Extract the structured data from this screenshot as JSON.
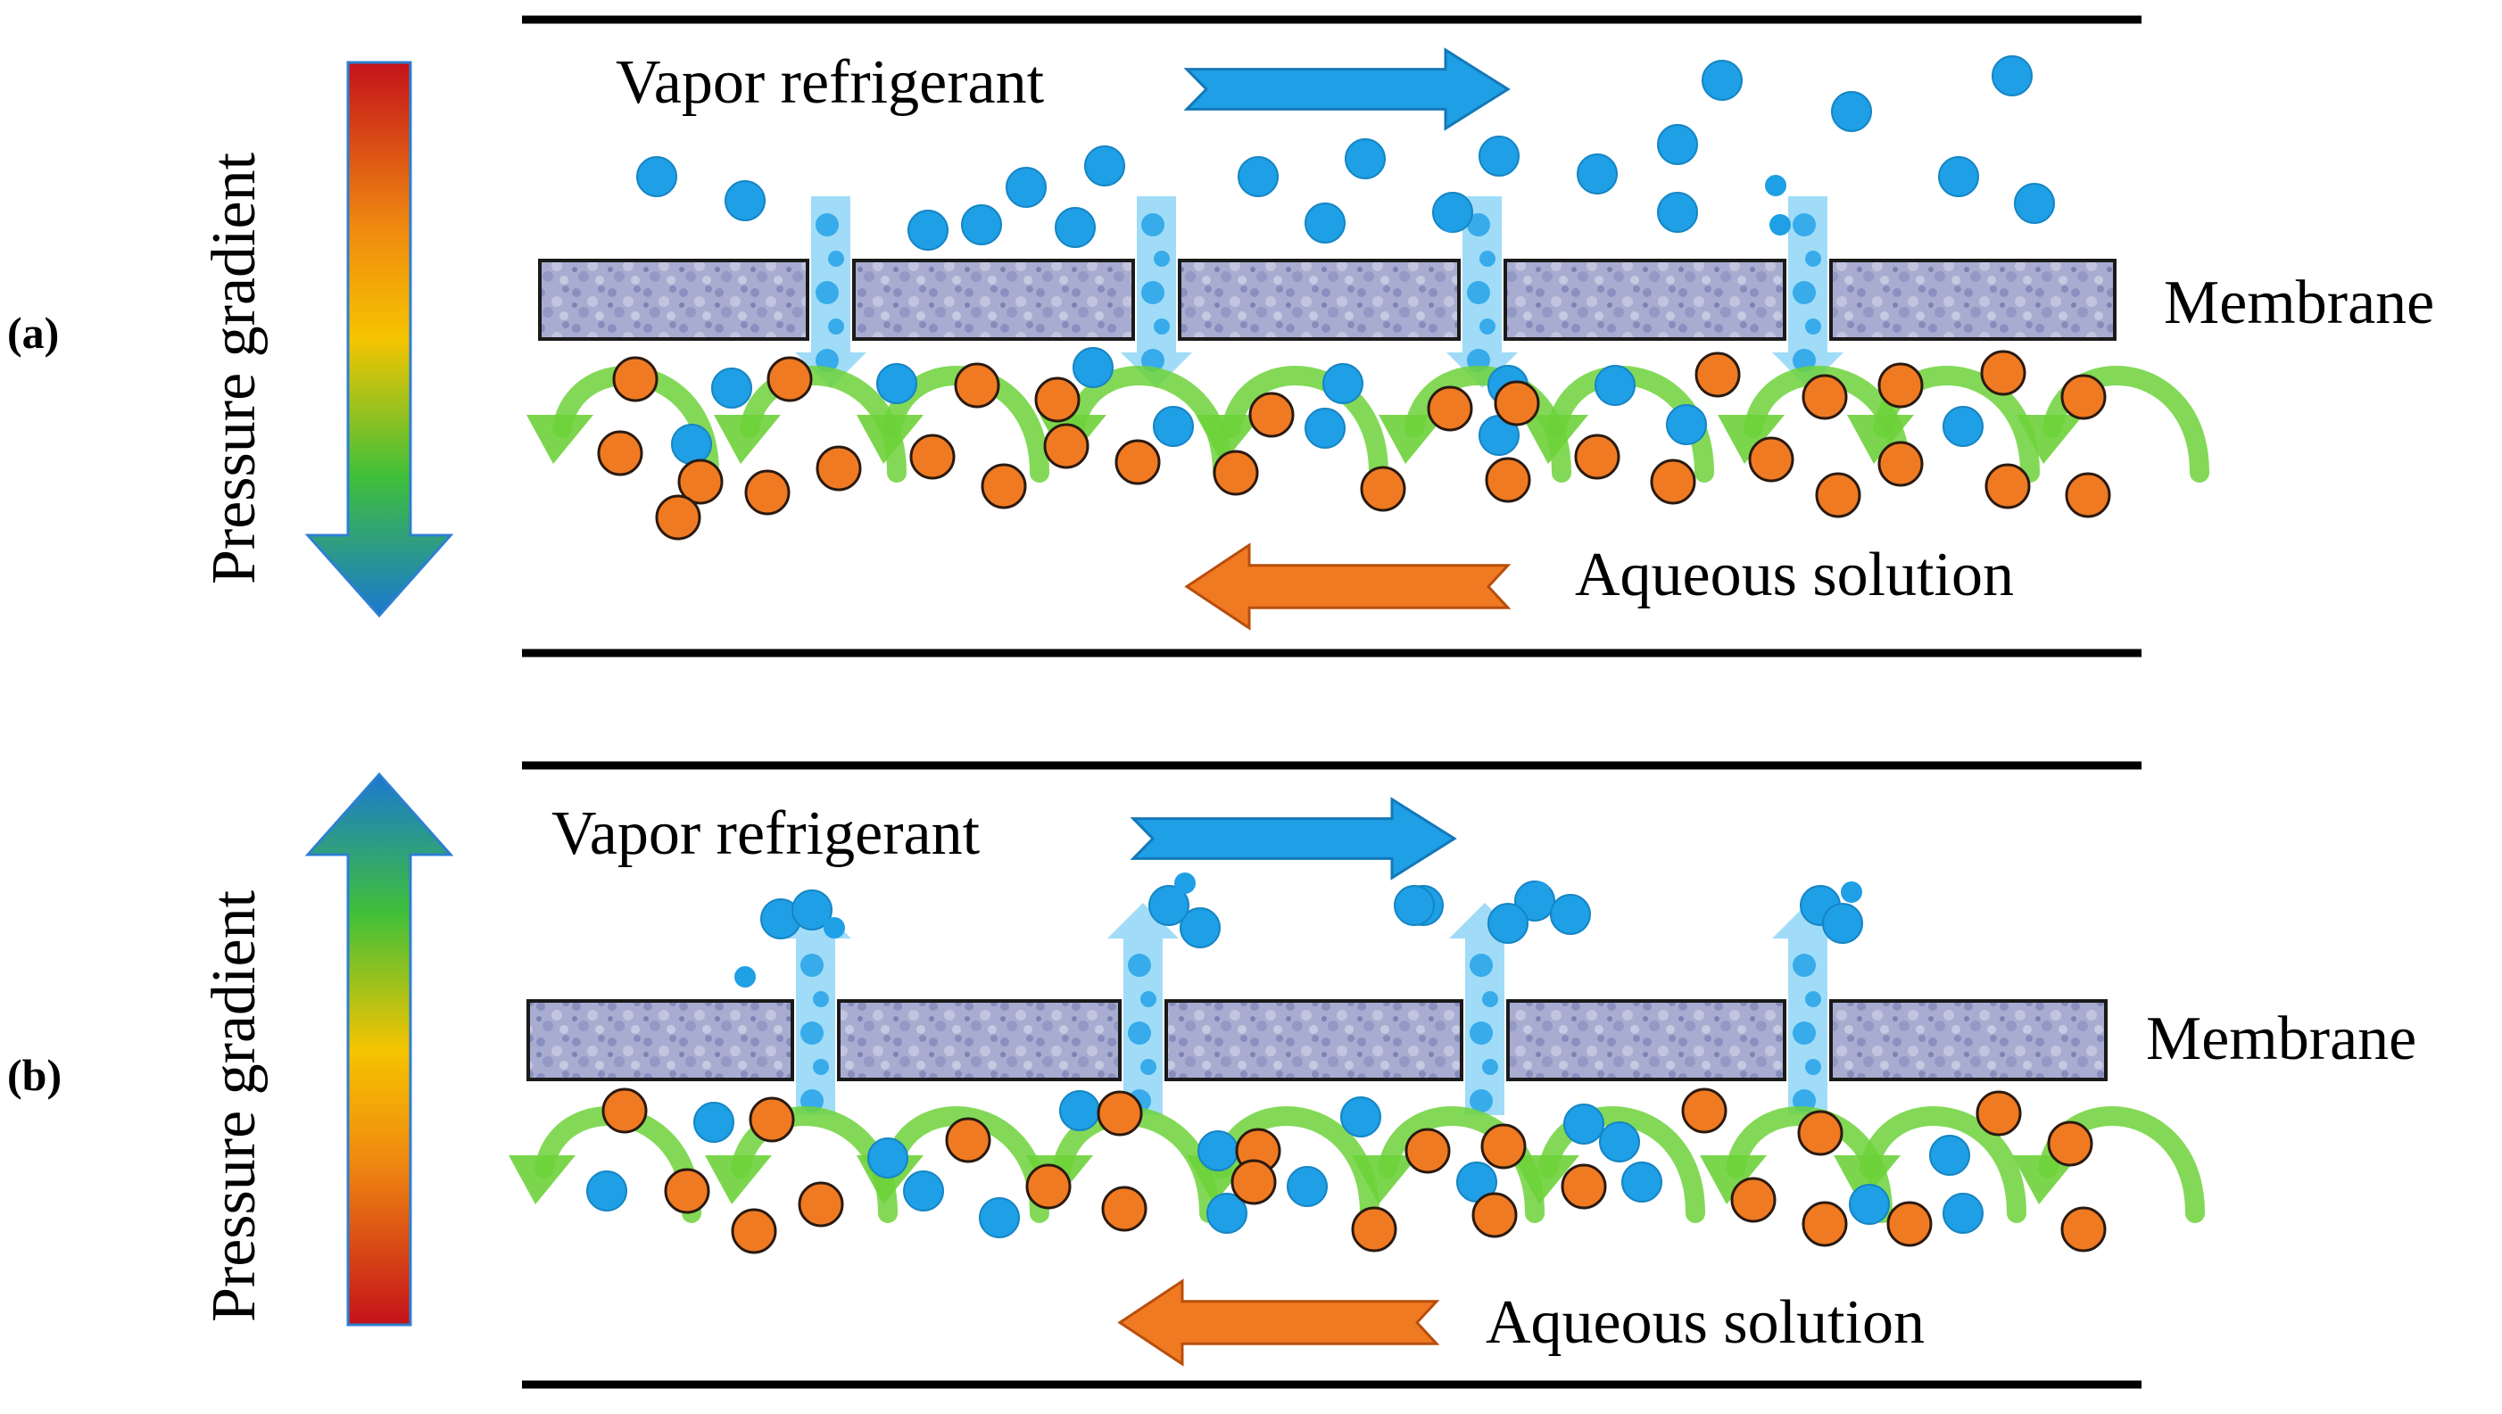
{
  "panels": [
    {
      "label": "(a)",
      "gradient_label": "Pressure gradient",
      "gradient_direction": "down",
      "vapor_label": "Vapor refrigerant",
      "membrane_label": "Membrane",
      "solution_label": "Aqueous solution",
      "vapor_flow_direction": "right",
      "solution_flow_direction": "left",
      "pore_flow_direction": "down"
    },
    {
      "label": "(b)",
      "gradient_label": "Pressure gradient",
      "gradient_direction": "up",
      "vapor_label": "Vapor refrigerant",
      "membrane_label": "Membrane",
      "solution_label": "Aqueous solution",
      "vapor_flow_direction": "right",
      "solution_flow_direction": "left",
      "pore_flow_direction": "up"
    }
  ],
  "colors": {
    "vapor": "#1e9fe6",
    "vapor_light": "#8fd6f6",
    "solute": "#f07a22",
    "recirculation": "#6dd23a",
    "membrane": "#9aa0c8",
    "gradient_high": "#d11a1a",
    "gradient_mid": "#f5c000",
    "gradient_low": "#1e7fd6"
  }
}
